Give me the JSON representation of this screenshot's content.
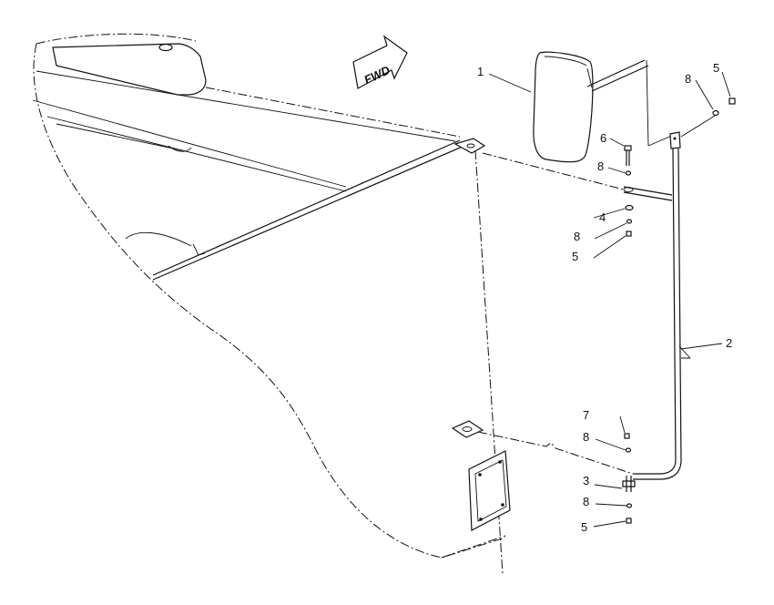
{
  "diagram": {
    "direction_arrow": {
      "label": "FWD",
      "icon": "forward-arrow-icon"
    },
    "callouts": {
      "mirror": "1",
      "rod": "2",
      "mount_lower": "3",
      "washer": "4",
      "nut_top": "5",
      "nut_mid": "5",
      "nut_bottom": "5",
      "bolt": "6",
      "bolt_lower": "7",
      "lockwasher_top": "8",
      "lockwasher_a": "8",
      "lockwasher_b": "8",
      "lockwasher_c": "8",
      "lockwasher_d": "8"
    }
  }
}
